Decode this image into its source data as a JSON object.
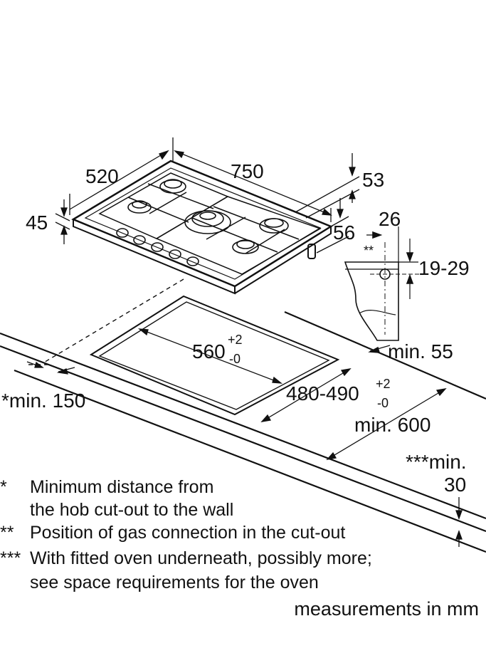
{
  "dimensions": {
    "depth_520": "520",
    "width_750": "750",
    "height_45": "45",
    "edge_53": "53",
    "edge_56": "56",
    "gas_26": "26",
    "gas_marker": "**",
    "gas_19_29": "19-29",
    "cutout_width_base": "560",
    "cutout_width_sup": "+2",
    "cutout_width_sub": "-0",
    "cutout_depth_base": "480-490",
    "cutout_depth_sup": "+2",
    "cutout_depth_sub": "-0",
    "min_55": "min. 55",
    "min_150": "*min. 150",
    "min_600": "min. 600",
    "min_30_line1": "***min.",
    "min_30_line2": "30"
  },
  "legend": [
    {
      "mark": "*",
      "line1": "Minimum distance from",
      "line2": "the hob cut-out to the wall"
    },
    {
      "mark": "**",
      "line1": "Position of gas connection in the cut-out"
    },
    {
      "mark": "***",
      "line1": "With fitted oven underneath, possibly more;",
      "line2": "see space requirements for the oven"
    }
  ],
  "footer": "measurements in mm"
}
